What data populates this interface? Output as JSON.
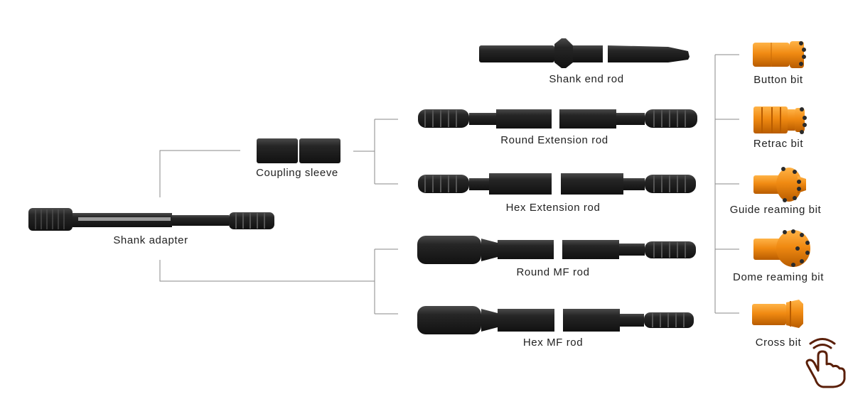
{
  "colors": {
    "steel": "#1c1c1c",
    "steel_hi": "#3a3a3a",
    "bit_orange": "#f08a12",
    "bit_dark": "#c96a05",
    "connector": "#888888",
    "label": "#222222"
  },
  "items": {
    "shank_adapter": "Shank adapter",
    "coupling_sleeve": "Coupling sleeve",
    "shank_end_rod": "Shank end rod",
    "round_extension_rod": "Round Extension rod",
    "hex_extension_rod": "Hex Extension rod",
    "round_mf_rod": "Round MF rod",
    "hex_mf_rod": "Hex MF rod",
    "button_bit": "Button bit",
    "retrac_bit": "Retrac bit",
    "guide_reaming_bit": "Guide reaming bit",
    "dome_reaming_bit": "Dome reaming bit",
    "cross_bit": "Cross bit"
  },
  "icons": {
    "pointer": "hand-pointer-icon"
  }
}
